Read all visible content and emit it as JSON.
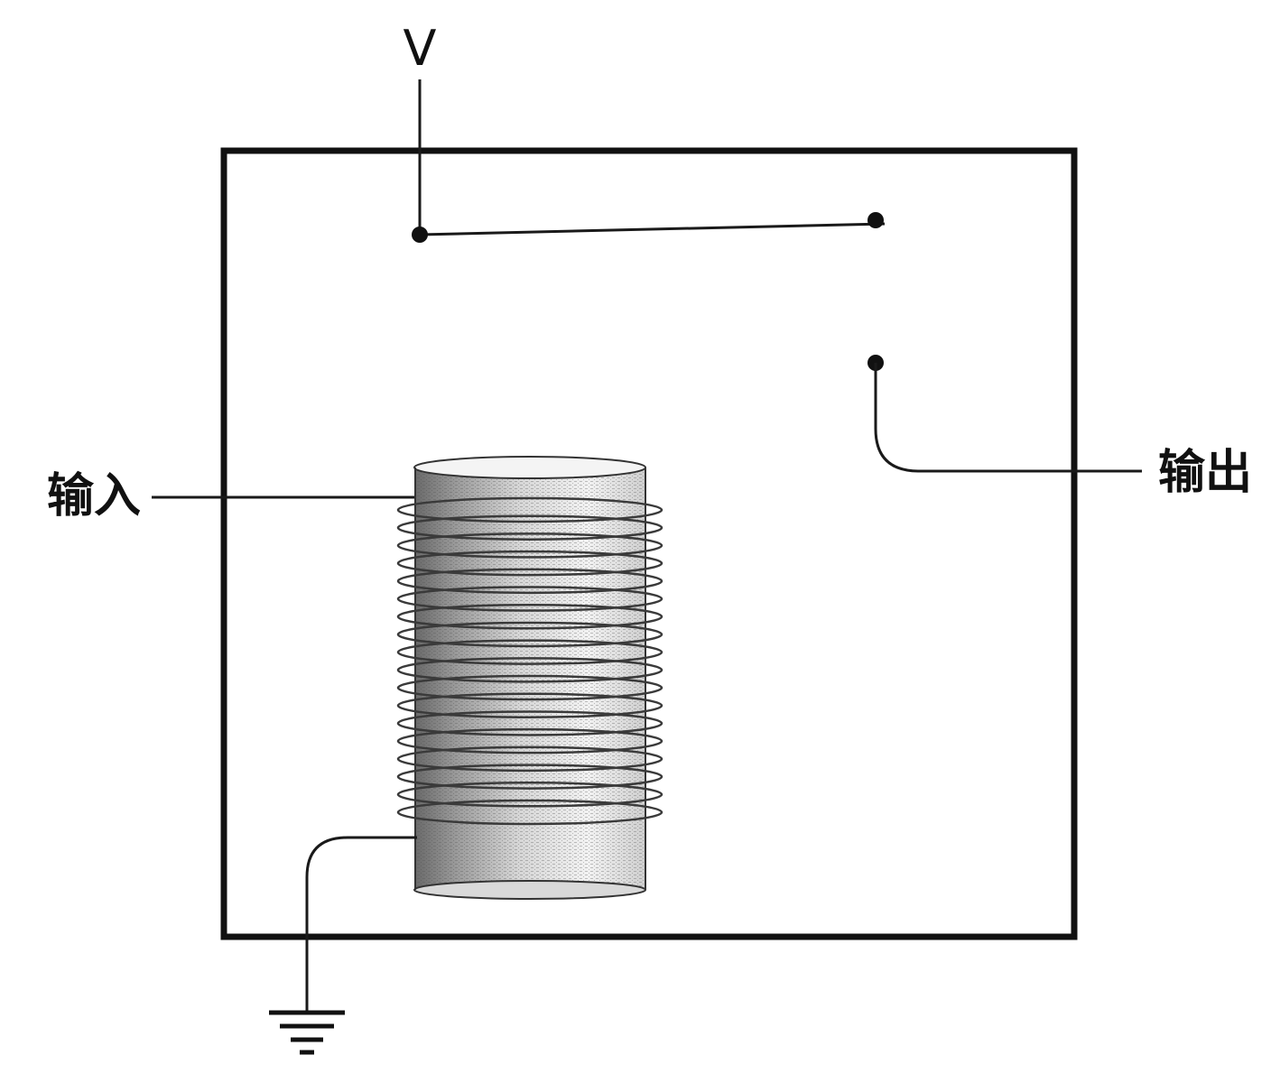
{
  "labels": {
    "supply": "V",
    "input": "输入",
    "output": "输出"
  },
  "colors": {
    "ink": "#111111",
    "wire": "#1a1a1a",
    "background": "#ffffff"
  }
}
